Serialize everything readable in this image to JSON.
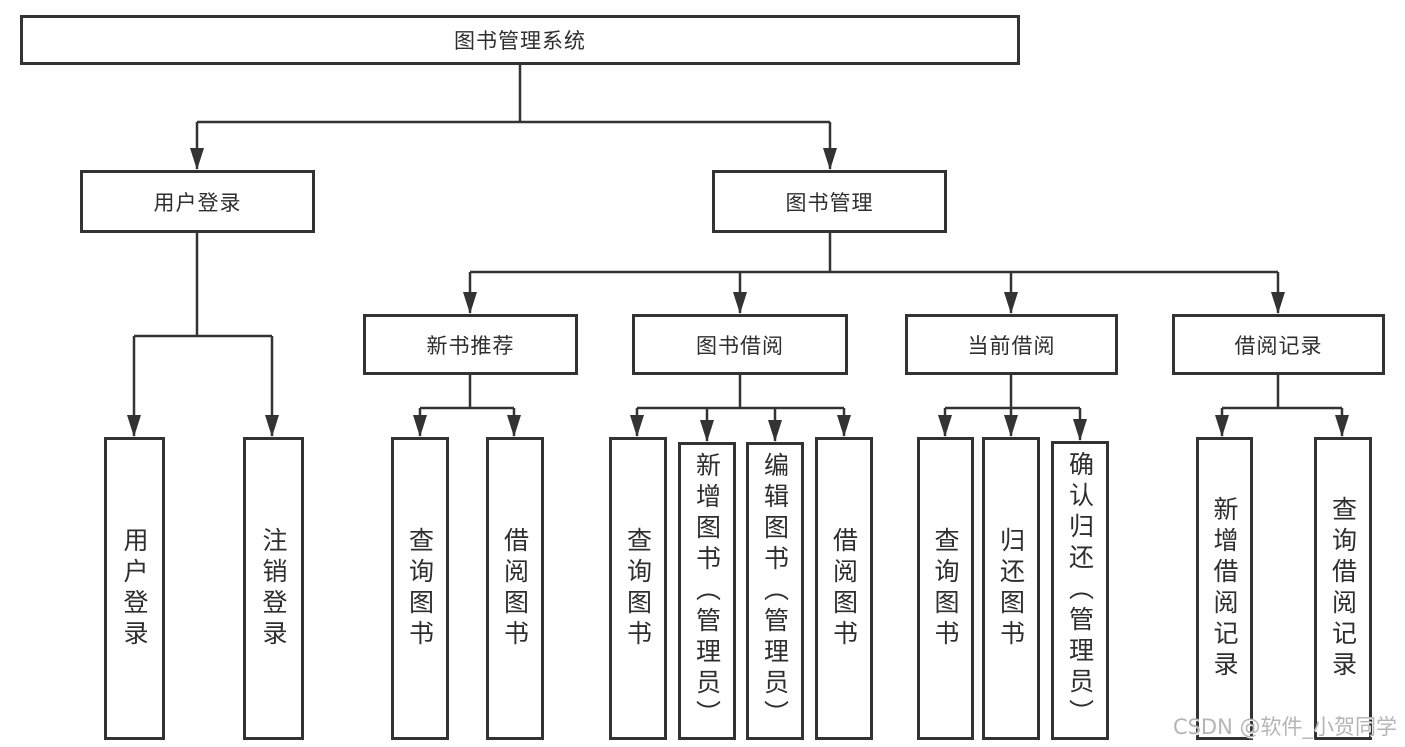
{
  "diagram": {
    "title_note": "",
    "root": "图书管理系统",
    "level2": {
      "user_login": "用户登录",
      "book_mgmt": "图书管理"
    },
    "level3": {
      "new_books": "新书推荐",
      "book_borrow": "图书借阅",
      "current_borrow": "当前借阅",
      "borrow_records": "借阅记录"
    },
    "leaves": {
      "user_login": [
        "用户登录",
        "注销登录"
      ],
      "new_books": [
        "查询图书",
        "借阅图书"
      ],
      "book_borrow": [
        "查询图书",
        "新增图书（管理员）",
        "编辑图书（管理员）",
        "借阅图书"
      ],
      "current_borrow": [
        "查询图书",
        "归还图书",
        "确认归还（管理员）"
      ],
      "borrow_records": [
        "新增借阅记录",
        "查询借阅记录"
      ]
    }
  },
  "watermark": "CSDN @软件_小贺同学",
  "colors": {
    "line": "#333333",
    "box_border": "#333333",
    "text": "#2e2e2e",
    "watermark": "#b5b5b5",
    "background": "#ffffff"
  }
}
